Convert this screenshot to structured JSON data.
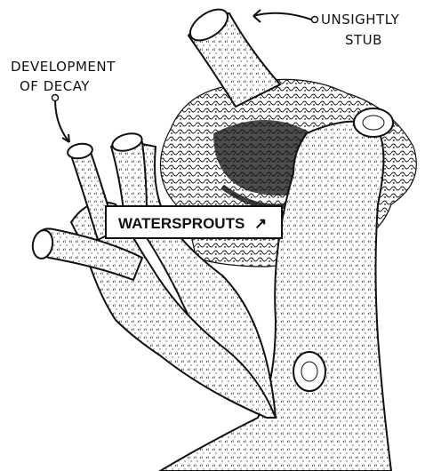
{
  "labels": {
    "unsightly_stub_line1": "UNSIGHTLY",
    "unsightly_stub_line2": "STUB",
    "decay_line1": "DEVELOPMENT",
    "decay_line2": "OF DECAY",
    "watersprouts": "WATERSPROUTS",
    "watersprouts_arrow": "↗"
  },
  "colors": {
    "ink": "#111111",
    "paper": "#ffffff"
  }
}
